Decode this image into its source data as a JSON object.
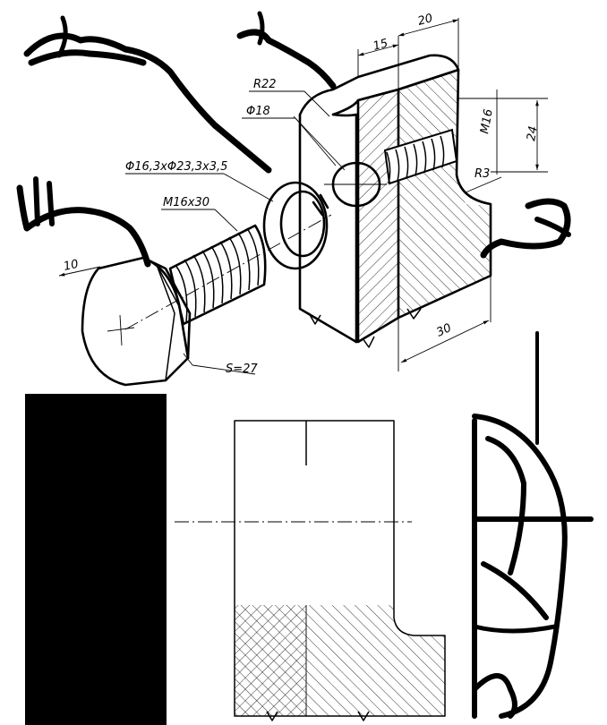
{
  "labels": {
    "r22": "R22",
    "phi18": "Φ18",
    "washer": "Φ16,3xΦ23,3x3,5",
    "bolt": "M16x30",
    "m16": "M16",
    "r3": "R3",
    "s27": "S=27",
    "d15": "15",
    "d20": "20",
    "d24": "24",
    "d30": "30",
    "d10": "10"
  }
}
